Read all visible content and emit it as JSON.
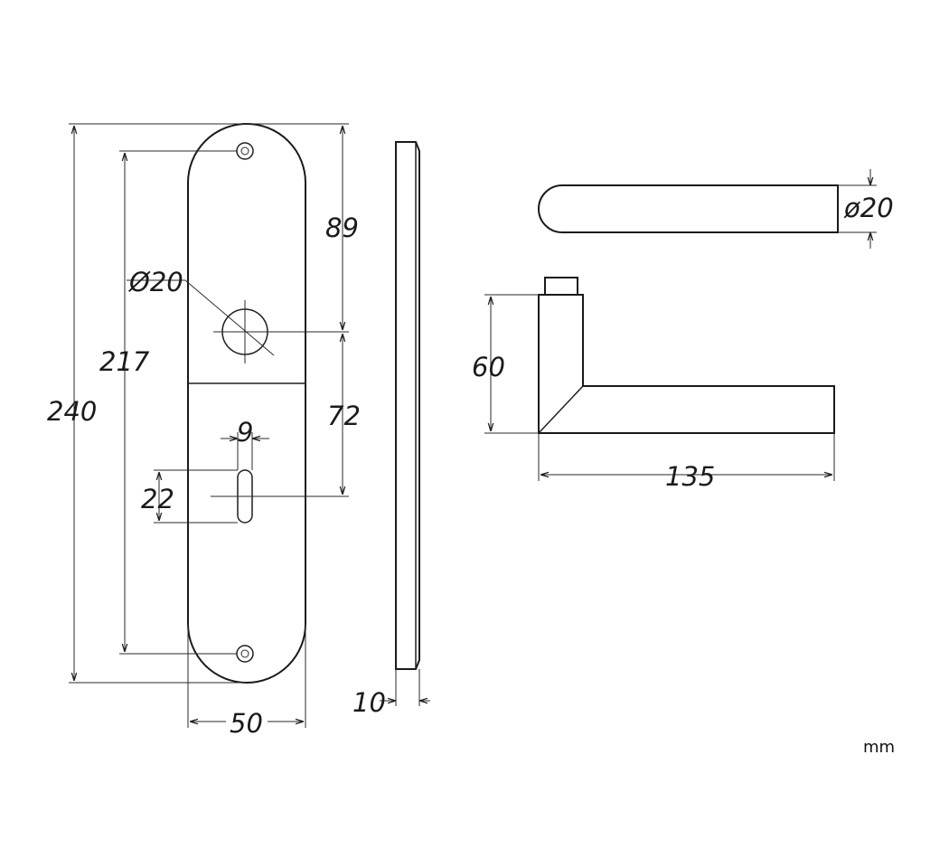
{
  "units": "mm",
  "plate": {
    "dims": {
      "height": "240",
      "hole_span": "217",
      "top_to_spindle": "89",
      "spindle_to_key": "72",
      "spindle_diameter": "Ø20",
      "width": "50",
      "key_width": "9",
      "key_height": "22"
    }
  },
  "plate_side": {
    "dims": {
      "thickness": "10"
    }
  },
  "lever": {
    "dims": {
      "grip_diameter": "ø20",
      "height": "60",
      "length": "135"
    }
  }
}
